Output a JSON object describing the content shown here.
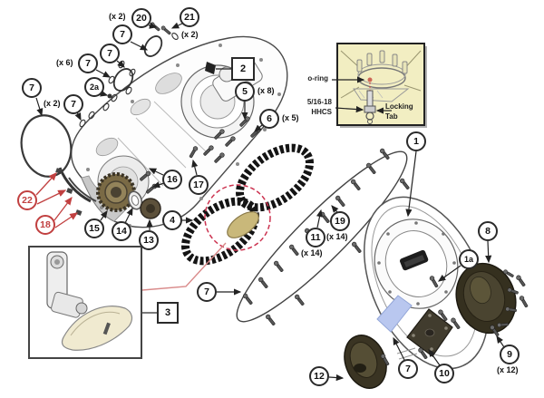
{
  "callouts": [
    {
      "label": "7"
    },
    {
      "label": "20",
      "mult": "(x 2)"
    },
    {
      "label": "21",
      "mult": "(x 2)"
    },
    {
      "label": "7"
    },
    {
      "label": "7",
      "mult": "(x 6)"
    },
    {
      "label": "2a"
    },
    {
      "label": "7",
      "mult": "(x 2)"
    },
    {
      "label": "7"
    },
    {
      "label": "5",
      "mult": "(x 8)"
    },
    {
      "label": "6",
      "mult": "(x 5)"
    },
    {
      "label": "16"
    },
    {
      "label": "17"
    },
    {
      "label": "22"
    },
    {
      "label": "18"
    },
    {
      "label": "15"
    },
    {
      "label": "14"
    },
    {
      "label": "13"
    },
    {
      "label": "4"
    },
    {
      "label": "11",
      "mult": "(x 14)"
    },
    {
      "label": "19",
      "mult": "(x 14)"
    },
    {
      "label": "1"
    },
    {
      "label": "1a"
    },
    {
      "label": "8"
    },
    {
      "label": "9",
      "mult": "(x 12)"
    },
    {
      "label": "7"
    },
    {
      "label": "12"
    },
    {
      "label": "7"
    },
    {
      "label": "10"
    }
  ],
  "boxed_callouts": [
    {
      "label": "2"
    },
    {
      "label": "3"
    }
  ],
  "inset": {
    "o_ring_label": "o-ring",
    "bolt_label_line1": "5/16-18",
    "bolt_label_line2": "HHCS",
    "locking_tab_line1": "Locking",
    "locking_tab_line2": "Tab"
  },
  "colors": {
    "highlight_red": "#c14040",
    "inset_background": "#f2eec2",
    "gasket_blue": "#b9c7ef",
    "line_art": "#4a4a4a",
    "chain_black": "#141414",
    "tensioner_shoe_cream": "#f0ead0"
  }
}
